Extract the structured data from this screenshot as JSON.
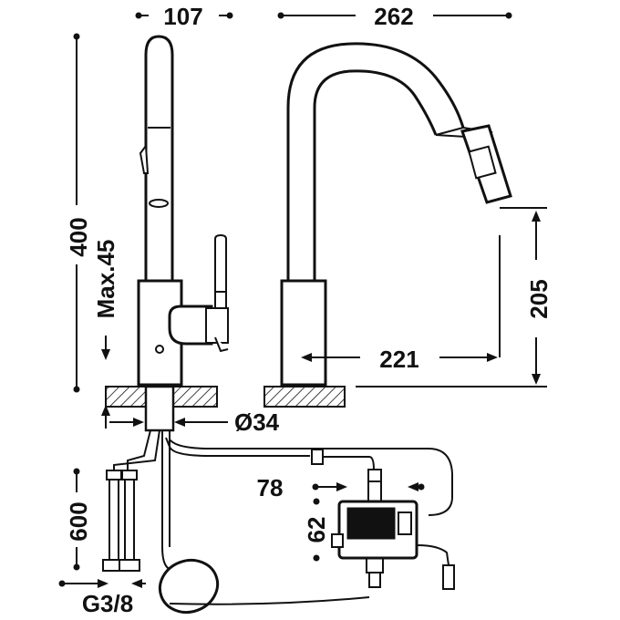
{
  "dimensions": {
    "width_base": "107",
    "reach_total": "262",
    "height_total": "400",
    "deck_max": "Max.45",
    "spout_height": "205",
    "spout_reach": "221",
    "hole_diameter": "Ø34",
    "hose_length": "600",
    "connection": "G3/8",
    "box_width": "78",
    "box_height": "62"
  },
  "colors": {
    "ink": "#111111",
    "background": "#ffffff"
  }
}
